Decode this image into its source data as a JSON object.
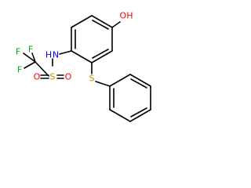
{
  "molecule": {
    "atoms": {
      "hydroxyl": "OH",
      "amine_n": "N",
      "amine_h": "H",
      "sulfonyl_s": "S",
      "sulfonyl_o_left": "O",
      "sulfonyl_o_right": "O",
      "thioether_s": "S",
      "fluorine_top": "F",
      "fluorine_left": "F",
      "fluorine_bottom": "F"
    },
    "colors": {
      "bond": "#000000",
      "carbon_text": "#000000",
      "oxygen": "#ff0000",
      "nitrogen": "#0000ff",
      "sulfur": "#b29500",
      "fluorine": "#00b200"
    }
  }
}
